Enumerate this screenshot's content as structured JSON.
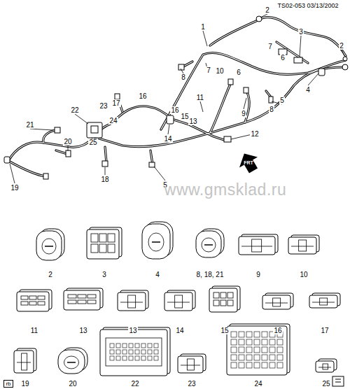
{
  "diagram": {
    "labels": [
      "TS02-053 03/13/2002",
      "2",
      "1",
      "3",
      "7",
      "6",
      "2",
      "8",
      "4",
      "10",
      "7",
      "6",
      "11",
      "8",
      "9",
      "5",
      "17",
      "16",
      "16",
      "15",
      "22",
      "23",
      "24",
      "13",
      "21",
      "20",
      "14",
      "12",
      "25",
      "18",
      "5",
      "19",
      "FRT",
      "www.gmsklad.ru",
      "2",
      "3",
      "4",
      "8, 18, 21",
      "9",
      "10",
      "11",
      "13",
      "13",
      "14",
      "15",
      "16",
      "17",
      "19",
      "20",
      "22",
      "23",
      "24",
      "25",
      "rb"
    ]
  }
}
